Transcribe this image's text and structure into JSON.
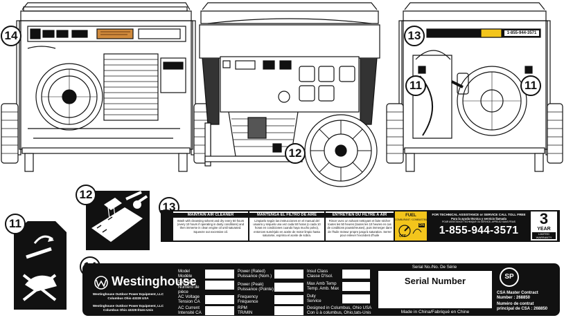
{
  "callouts": {
    "c14_top": "14",
    "c13_top": "13",
    "c11_left": "11",
    "c11_right": "11",
    "c12_mid": "12",
    "c11_icon": "11",
    "c12_icon": "12",
    "c13_label": "13",
    "c14_label": "14"
  },
  "top_right_label": {
    "phone": "1-855-944-3571"
  },
  "label_13": {
    "col1": {
      "title": "MAINTAIN AIR CLEANER",
      "body": "Wash with cleansing solvent and dry every 50 hours (every 10 hours if operating in dusty conditions) and then immerse in clean engine oil until saturated. Squeeze out excessive oil."
    },
    "col2": {
      "title": "MANTENGA EL FILTRO DE AIRE",
      "body": "Limpiarlo según las instrucciones en el manual del usuario y séquelo una vez cada 50 horas (o cada 10 horas en condiciones cuando haya mucho polvo), entonces sumérjalo en aceite de motor limpio hasta saturarse, exprima el aceite de sobra."
    },
    "col3": {
      "title": "ENTRETIEN DU FILTRE À AIR",
      "body": "Rincer avec un solvant nettoyant et faire sécher toutes les 50 heures (toutes les 10 heures en cas de conditions poussiéreuses), puis immerger dans de l'huile moteur propre jusqu'à saturation. Serrer pour enlever l'excédent d'huile"
    },
    "fuel": {
      "title": "FUEL",
      "subtitle": "COMBURANT / COMBUSTIBLE",
      "on": "ON",
      "off": "OFF"
    },
    "tech": {
      "line1": "FOR TECHNICAL ASSISTANCE or SERVICE CALL TOLL FREE",
      "line2": "Para la ayuda técnica y servicio llamada",
      "line3": "POUR ASSISTANCE TECHNIQUE OU SERVICE, APPELEZ SANS FRAIS",
      "phone": "1-855-944-3571"
    },
    "warranty": {
      "number": "3",
      "line1": "YEAR",
      "line2": "LIMITED",
      "line3": "WARRANTY"
    }
  },
  "label_14": {
    "brand": "Westinghouse",
    "company1": "Westinghouse Outdoor Power Equipment, LLC",
    "city1": "Columbus Ohio 43228 USA",
    "company2": "Westinghouse Outdoor Power Equipment, LLC",
    "city2": "Columbus Ohio 43228 États-Unis",
    "fields": {
      "model": "Model",
      "modele": "Modèle",
      "part": "Part N0.",
      "part_fr": "Numéro de pièce",
      "ac_voltage": "AC Voltage",
      "tension": "Tension CA",
      "ac_current": "AC Current",
      "intensite": "Intensité CA",
      "power_rated": "Power (Rated)",
      "puissance_nom": "Puissance (Nom.)",
      "power_peak": "Power (Peak)",
      "puissance_pointe": "Puissance (Pointe)",
      "frequency": "Frequency",
      "frequence": "Fréquence",
      "rpm": "RPM",
      "trmin": "TR/MIN",
      "insul": "Insul Class",
      "classe": "Classe D'Isol.",
      "maxamb": "Max Amb Temp",
      "temp": "Temp. Amb. Max",
      "duty": "Duty",
      "service": "Service",
      "designed1": "Designed in Columbus, Ohio USA",
      "designed2": "Con ù à columbus, Ohio,tats-Unis"
    },
    "serial_header": "Serial No./No. De Série",
    "serial_number": "Serial Number",
    "made_in": "Made in China/Fabriqué en Chine",
    "csa_mark": "SP",
    "csa_line1": "CSA Master Contract",
    "csa_line2": "Number : 268850",
    "csa_line3": "Numéro de contrat",
    "csa_line4": "principal de CSA : 268850"
  },
  "colors": {
    "ink": "#111111",
    "fuel_yellow": "#f3c51c",
    "sticker_orange": "#d08a3c",
    "paper": "#ffffff"
  }
}
